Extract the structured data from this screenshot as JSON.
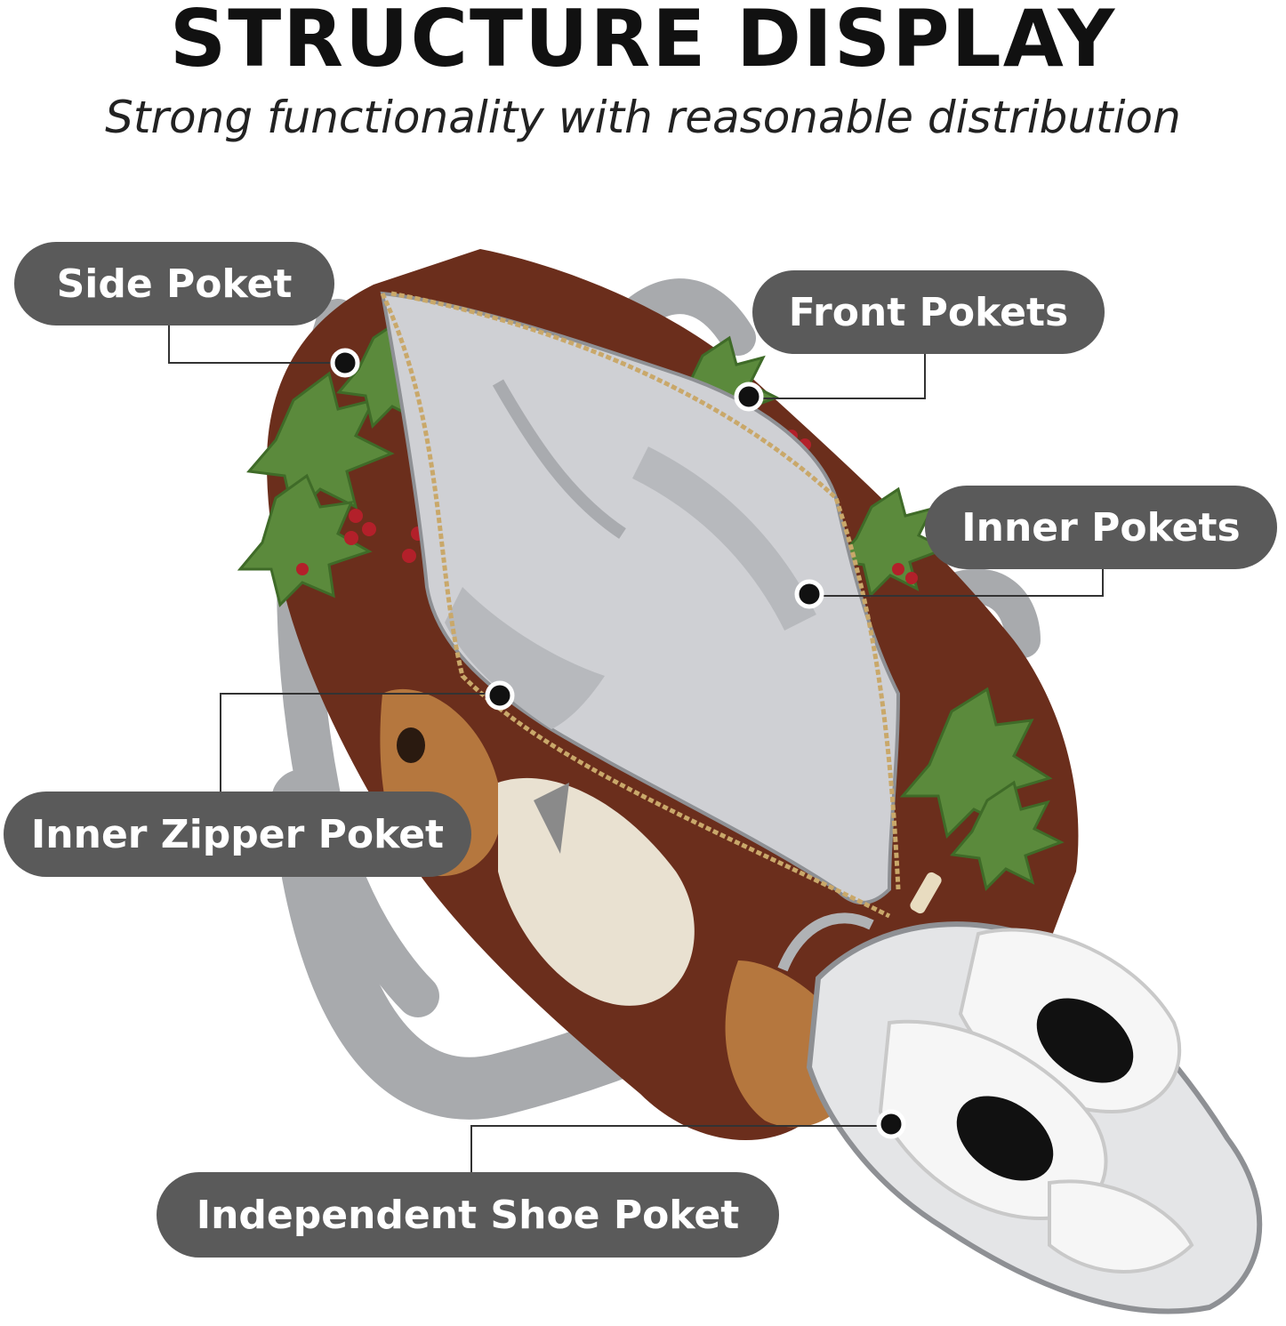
{
  "header": {
    "title": "STRUCTURE DISPLAY",
    "subtitle": "Strong functionality with reasonable distribution"
  },
  "callouts": {
    "side_pocket": "Side Poket",
    "front_pockets": "Front Pokets",
    "inner_pockets": "Inner Pokets",
    "inner_zipper_pocket": "Inner Zipper Poket",
    "shoe_pocket": "Independent Shoe Poket"
  },
  "colors": {
    "pill": "#5a5a5a",
    "bag_brown": "#6b2e1c",
    "lining": "#cfd0d4",
    "strap": "#a8aaad",
    "holly": "#5b8a3c",
    "berry": "#b3202a"
  }
}
